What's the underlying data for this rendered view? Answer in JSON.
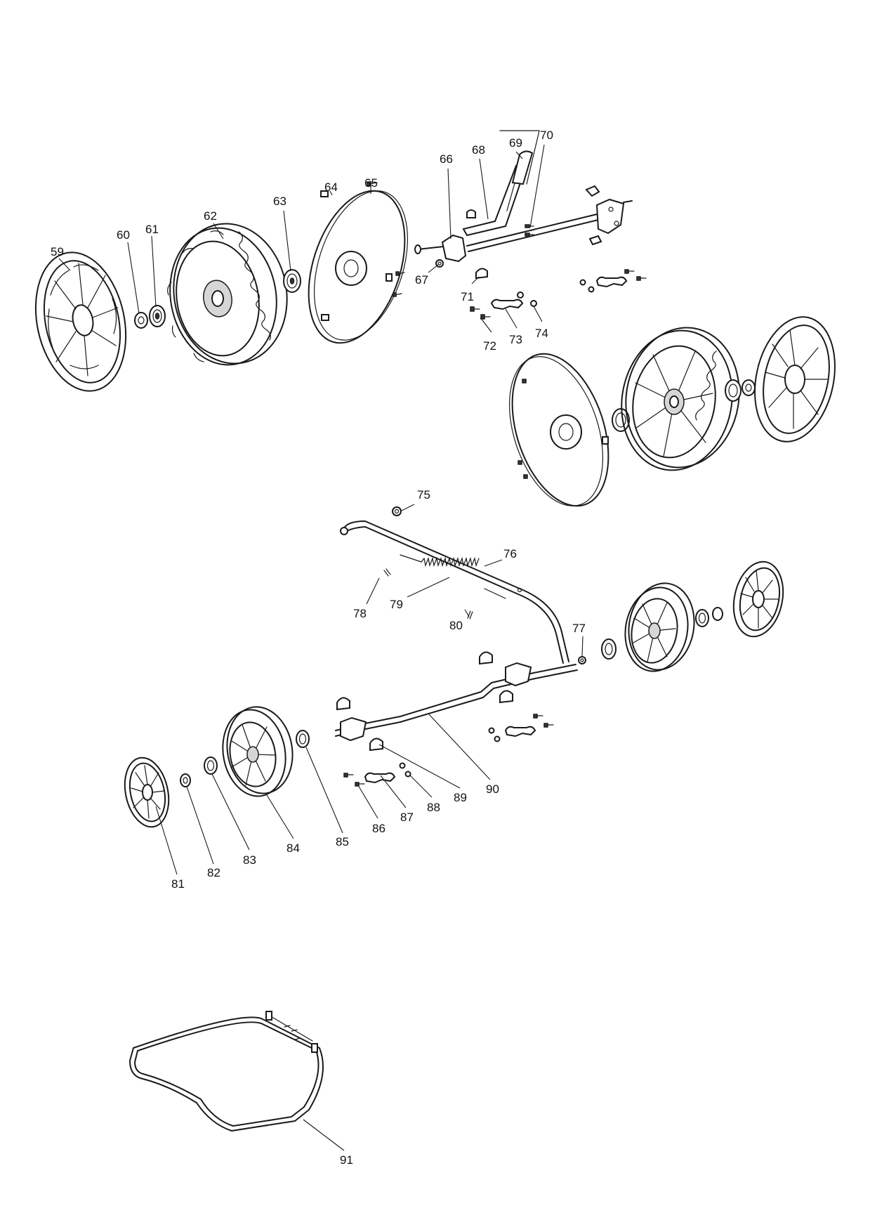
{
  "diagram": {
    "type": "exploded-parts-diagram",
    "labels": [
      "59",
      "60",
      "61",
      "62",
      "63",
      "64",
      "65",
      "66",
      "67",
      "68",
      "69",
      "70",
      "71",
      "72",
      "73",
      "74",
      "75",
      "76",
      "77",
      "78",
      "79",
      "80",
      "81",
      "82",
      "83",
      "84",
      "85",
      "86",
      "87",
      "88",
      "89",
      "90",
      "91"
    ]
  }
}
